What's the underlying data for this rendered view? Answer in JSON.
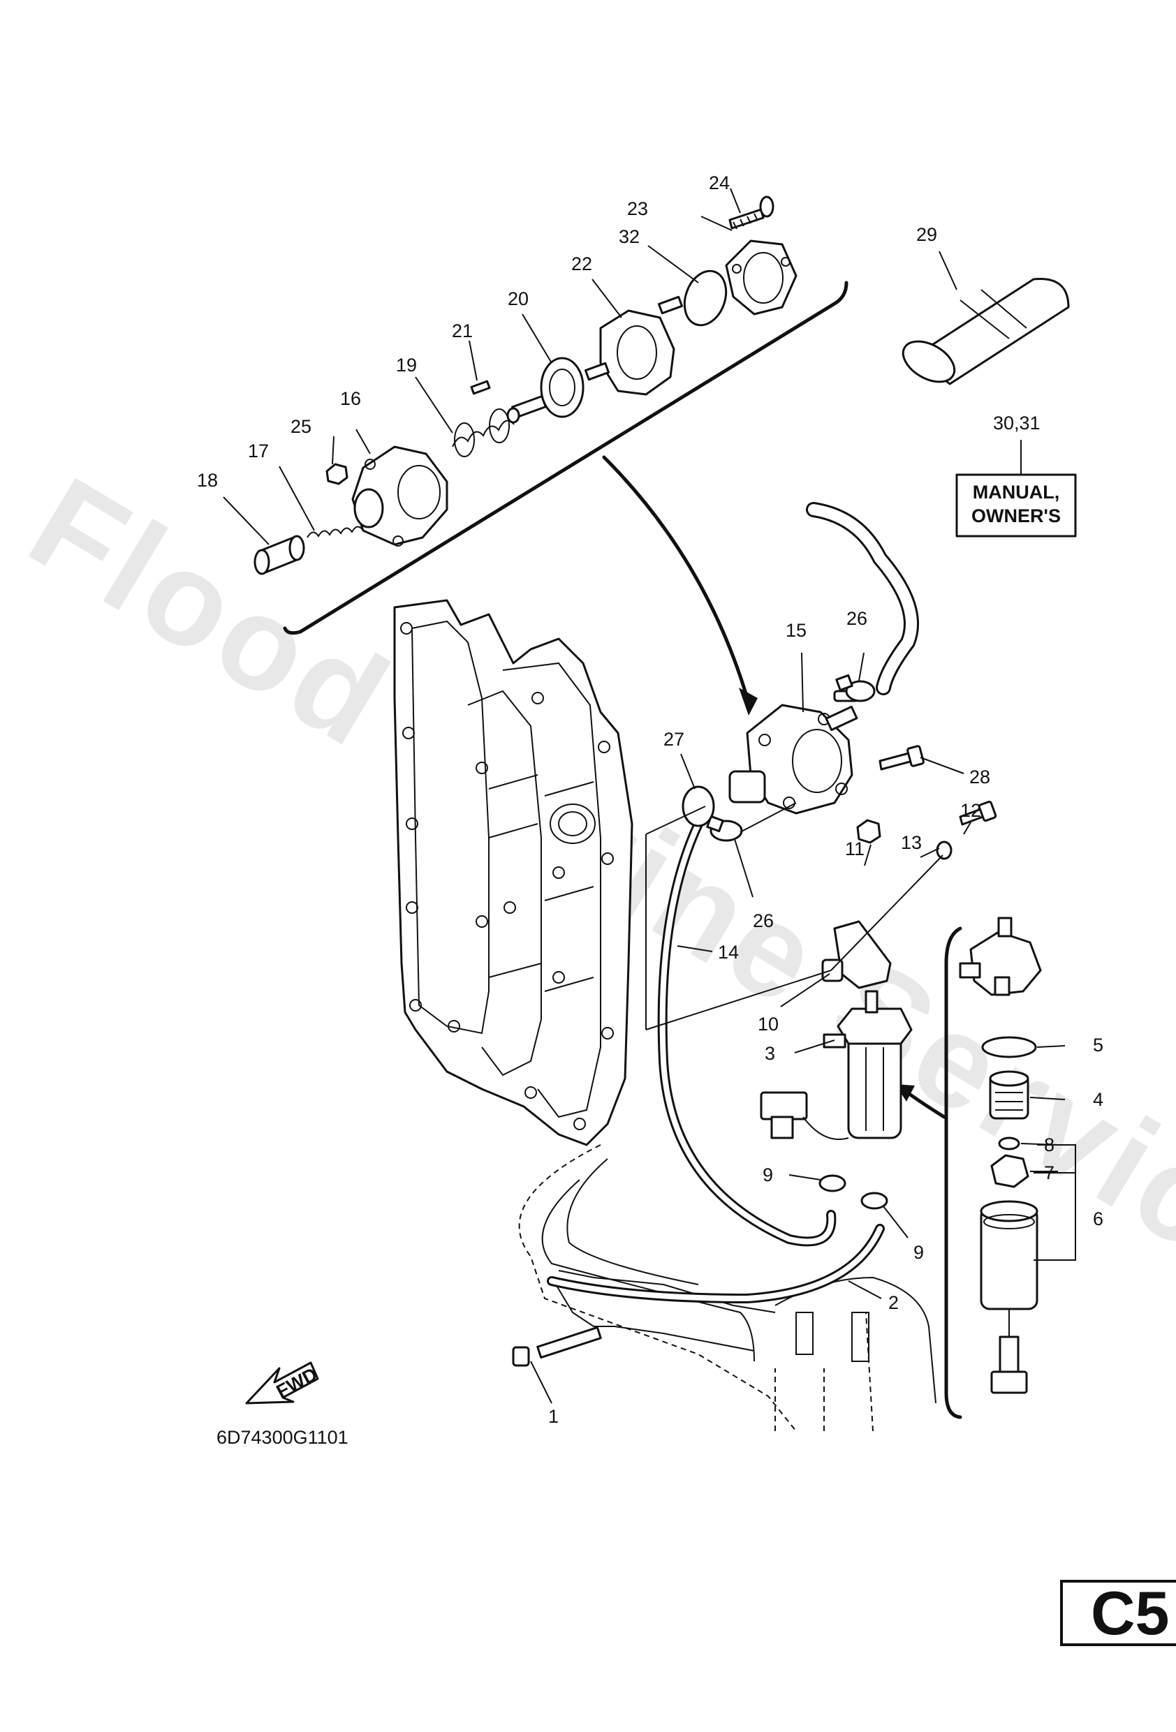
{
  "diagram": {
    "watermark": "Flood Marine Services",
    "drawing_number": "6D74300G1101",
    "fwd_label": "FWD",
    "manual_label": {
      "line1": "MANUAL,",
      "line2": "OWNER'S"
    },
    "page_code": "C5",
    "callouts": [
      {
        "id": "c1",
        "text": "1"
      },
      {
        "id": "c2",
        "text": "2"
      },
      {
        "id": "c3",
        "text": "3"
      },
      {
        "id": "c4",
        "text": "4"
      },
      {
        "id": "c5",
        "text": "5"
      },
      {
        "id": "c6",
        "text": "6"
      },
      {
        "id": "c7",
        "text": "7"
      },
      {
        "id": "c8",
        "text": "8"
      },
      {
        "id": "c9a",
        "text": "9"
      },
      {
        "id": "c9b",
        "text": "9"
      },
      {
        "id": "c10",
        "text": "10"
      },
      {
        "id": "c11",
        "text": "11"
      },
      {
        "id": "c12",
        "text": "12"
      },
      {
        "id": "c13",
        "text": "13"
      },
      {
        "id": "c14",
        "text": "14"
      },
      {
        "id": "c15",
        "text": "15"
      },
      {
        "id": "c16",
        "text": "16"
      },
      {
        "id": "c17",
        "text": "17"
      },
      {
        "id": "c18",
        "text": "18"
      },
      {
        "id": "c19",
        "text": "19"
      },
      {
        "id": "c20",
        "text": "20"
      },
      {
        "id": "c21",
        "text": "21"
      },
      {
        "id": "c22",
        "text": "22"
      },
      {
        "id": "c23",
        "text": "23"
      },
      {
        "id": "c24",
        "text": "24"
      },
      {
        "id": "c25",
        "text": "25"
      },
      {
        "id": "c26a",
        "text": "26"
      },
      {
        "id": "c26b",
        "text": "26"
      },
      {
        "id": "c27",
        "text": "27"
      },
      {
        "id": "c28",
        "text": "28"
      },
      {
        "id": "c29",
        "text": "29"
      },
      {
        "id": "c3031",
        "text": "30,31"
      },
      {
        "id": "c32",
        "text": "32"
      }
    ]
  }
}
